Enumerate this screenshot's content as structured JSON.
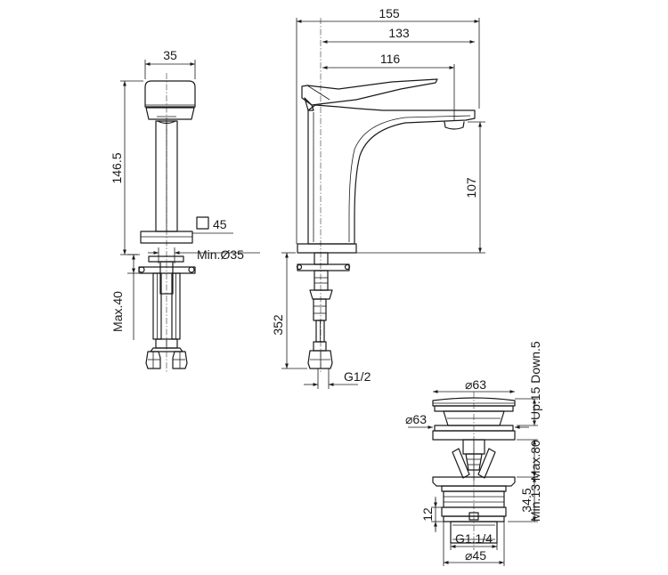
{
  "dimensions": {
    "front": {
      "width_top": "35",
      "height_body": "146.5",
      "square_45": "45",
      "min_hole": "Min.Ø35",
      "max_40": "Max.40"
    },
    "side": {
      "overall_155": "155",
      "overall_133": "133",
      "overall_116": "116",
      "spout_height": "107",
      "hose_length": "352",
      "thread": "G1/2"
    },
    "drain": {
      "dia_top": "⌀63",
      "dia_side": "⌀63",
      "up_down": "Up.15 Down.5",
      "min_max": "Min.13 Max.80",
      "height_345": "34.5",
      "height_12": "12",
      "thread": "G1.1/4",
      "dia_bottom": "⌀45"
    }
  },
  "colors": {
    "line": "#1a1a1a",
    "background": "#ffffff"
  }
}
